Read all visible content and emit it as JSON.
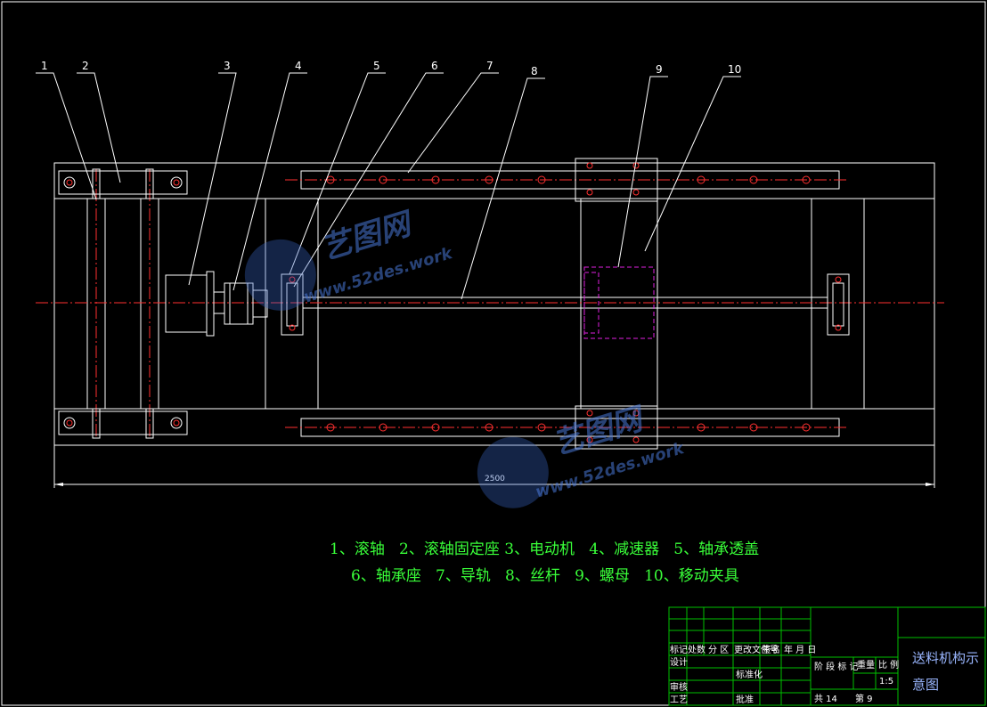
{
  "balloons": [
    "1",
    "2",
    "3",
    "4",
    "5",
    "6",
    "7",
    "8",
    "9",
    "10"
  ],
  "dimension": "2500",
  "legend": {
    "line1": "1、滚轴   2、滚轴固定座 3、电动机   4、减速器   5、轴承透盖",
    "line2": "6、轴承座   7、导轨   8、丝杆   9、螺母   10、移动夹具"
  },
  "title_block": {
    "row_a": [
      "标记",
      "处数",
      "分 区",
      "更改文件号",
      "签名",
      "年 月 日"
    ],
    "row_b": [
      "设计",
      "标准化"
    ],
    "row_c": [
      "审核"
    ],
    "row_d": [
      "工艺",
      "批准"
    ],
    "stage_label": "阶 段 标 记",
    "weight_label": "重量",
    "scale_label": "比 例",
    "scale_value": "1:5",
    "sheets_total": "共 14",
    "sheet_no": "第 9",
    "drawing_title_1": "送料机构示",
    "drawing_title_2": "意图"
  },
  "watermark": {
    "brand": "艺图网",
    "url": "www.52des.work"
  },
  "colors": {
    "background": "#000000",
    "outline": "#ffffff",
    "center_line": "#ff3030",
    "legend_text": "#39ff39",
    "title_block": "#00c000",
    "hidden_line": "#e020e0"
  }
}
